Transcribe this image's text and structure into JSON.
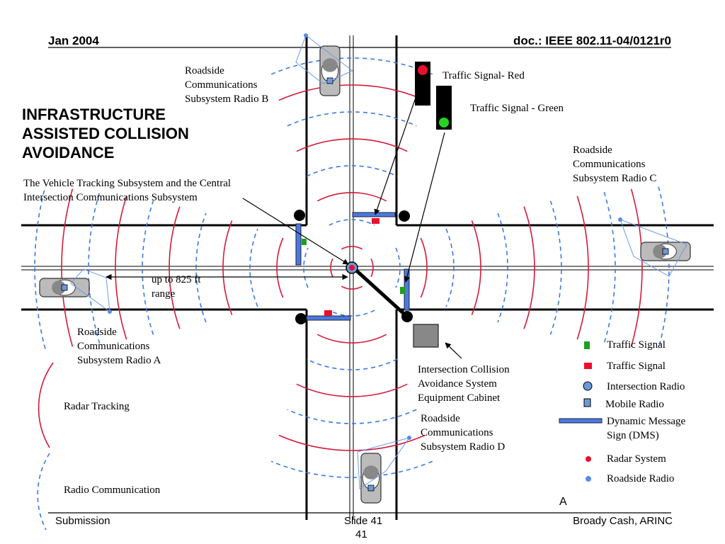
{
  "header": {
    "date": "Jan 2004",
    "doc": "doc.: IEEE 802.11-04/0121r0"
  },
  "title": "INFRASTRUCTURE\nASSISTED COLLISION\nAVOIDANCE",
  "labels": {
    "radio_b": "Roadside\nCommunications\nSubsystem Radio B",
    "radio_c": "Roadside\nCommunications\nSubsystem Radio C",
    "radio_a": "Roadside\nCommunications\nSubsystem Radio A",
    "radio_d": "Roadside\nCommunications\nSubsystem Radio D",
    "signal_red": "Traffic Signal- Red",
    "signal_green": "Traffic Signal - Green",
    "vehicle_tracking": "The Vehicle Tracking Subsystem and the Central\nIntersection Communications Subsystem",
    "range": "up to 825 ft\nrange",
    "cabinet": "Intersection Collision\nAvoidance System\nEquipment Cabinet",
    "radar_tracking": "Radar Tracking",
    "radio_communication": "Radio Communication"
  },
  "legend": {
    "items": [
      {
        "label": "Traffic Signal",
        "color": "#1ea01e"
      },
      {
        "label": "Traffic Signal",
        "color": "#e8102e"
      },
      {
        "label": "Intersection Radio",
        "color": "#6a9ad8"
      },
      {
        "label": "Mobile Radio",
        "color": "#6a9ad8"
      },
      {
        "label": "Dynamic Message\nSign (DMS)",
        "color": "#4a7ae0"
      },
      {
        "label": "Radar  System",
        "color": "#e8102e"
      },
      {
        "label": "Roadside Radio",
        "color": "#5a8ae6"
      }
    ],
    "letter": "A"
  },
  "footer": {
    "left": "Submission",
    "slide": "Slide 41",
    "page": "41",
    "right": "Broady Cash, ARINC"
  },
  "colors": {
    "radar": "#d41a3a",
    "radio": "#3a7ae0",
    "dms": "#4a7ae0",
    "car": "#777777"
  }
}
